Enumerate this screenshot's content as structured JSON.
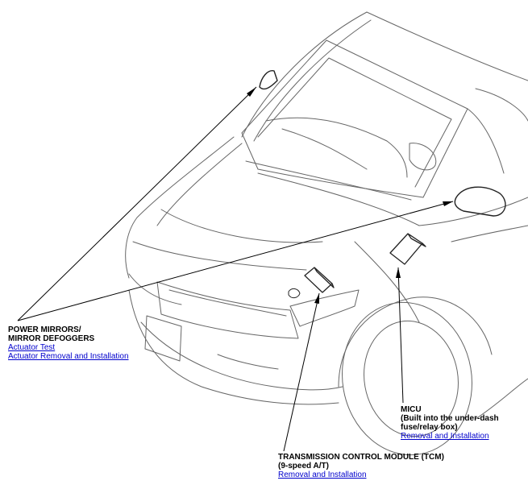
{
  "callouts": {
    "mirrors": {
      "title": "POWER MIRRORS/\nMIRROR DEFOGGERS",
      "links": [
        "Actuator Test",
        "Actuator Removal and Installation"
      ]
    },
    "micu": {
      "title": "MICU\n(Built into the under-dash\nfuse/relay box)",
      "links": [
        "Removal and Installation"
      ]
    },
    "tcm": {
      "title": "TRANSMISSION CONTROL MODULE (TCM)\n(9-speed A/T)",
      "links": [
        "Removal and Installation"
      ]
    }
  },
  "colors": {
    "link": "#0000cc",
    "line": "#555555",
    "leader": "#000000"
  }
}
